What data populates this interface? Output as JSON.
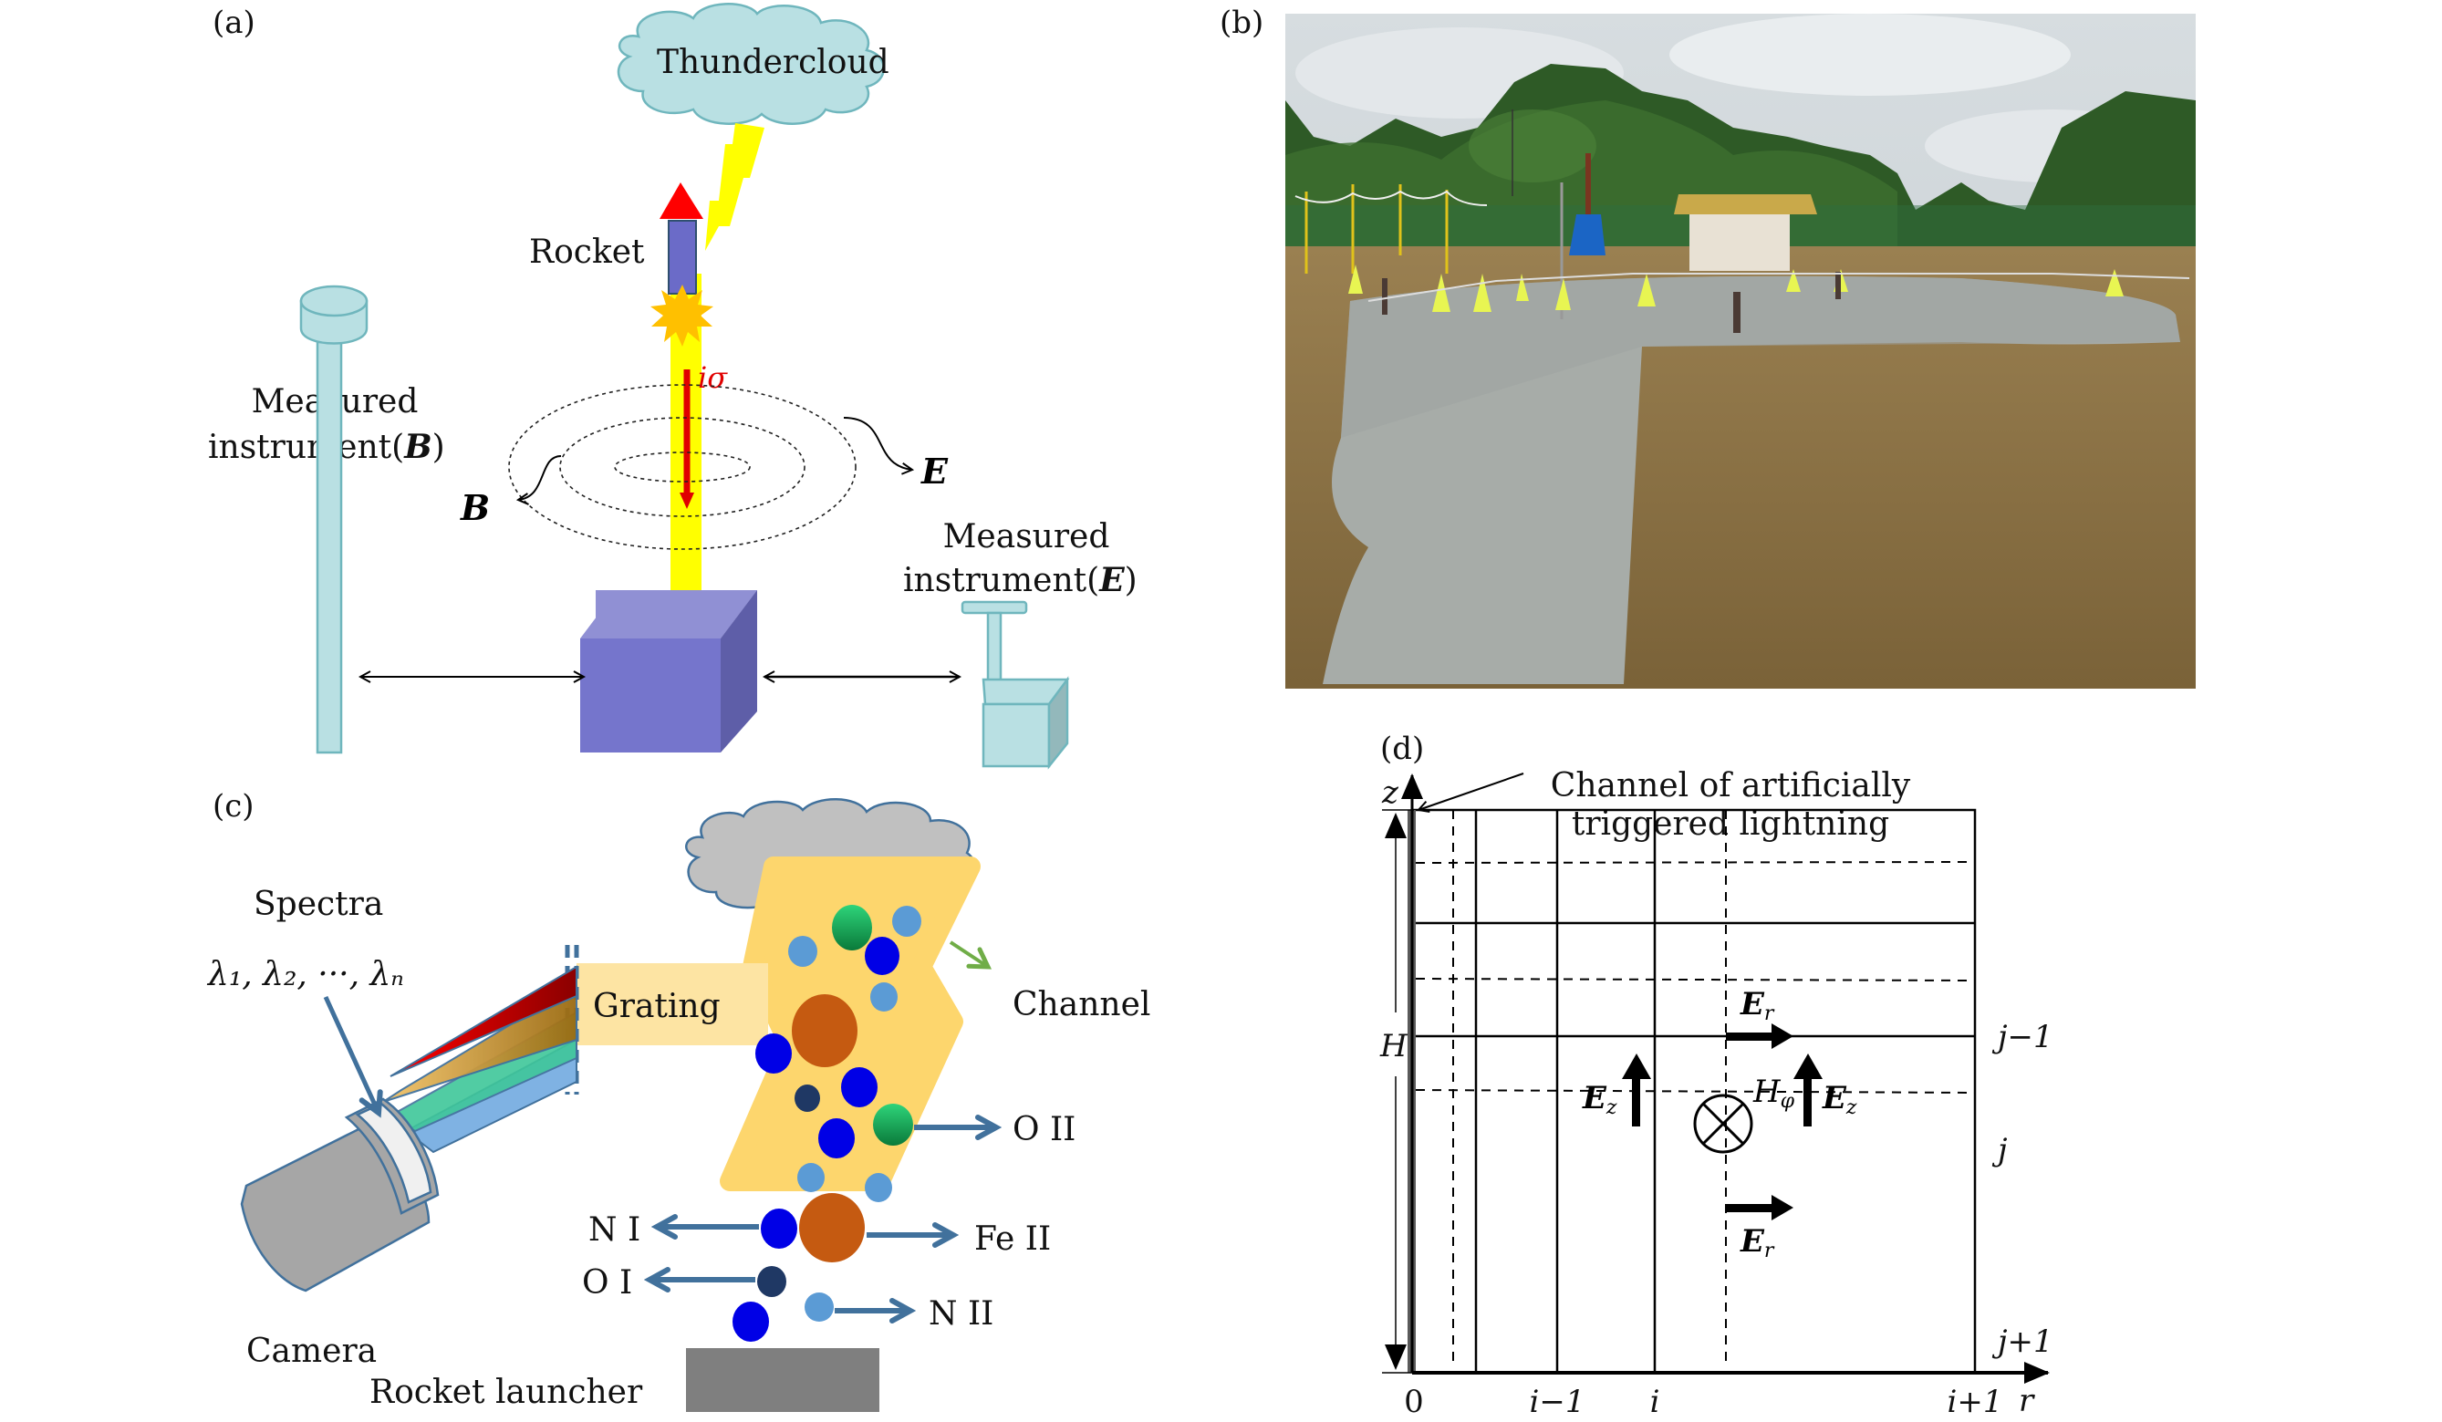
{
  "panels": {
    "a": {
      "tag": "(a)",
      "cloud_label": "Thundercloud",
      "rocket_label": "Rocket",
      "current_label": "iσ",
      "b_label": "B",
      "e_label": "E",
      "instrument_b": {
        "line1": "Measured",
        "line2": "instrument(",
        "field": "B",
        "close": ")"
      },
      "instrument_e": {
        "line1": "Measured",
        "line2": "instrument(",
        "field": "E",
        "close": ")"
      },
      "colors": {
        "cloud": "#b9e0e3",
        "bolt": "#ffff00",
        "rocket_body": "#6b6bc8",
        "rocket_tip": "#ff0000",
        "burst": "#ffc000",
        "box_front": "#7575cc",
        "box_top": "#9090d4",
        "box_side": "#5e5ea8",
        "instrument": "#b9e0e3",
        "current_arrow": "#e00000"
      }
    },
    "b": {
      "tag": "(b)",
      "photo_description": "Field test site photograph: concrete pad with yellow insulator stands, white instrument hut, poles and rope, trees and cloudy sky"
    },
    "c": {
      "tag": "(c)",
      "spectra_label": "Spectra",
      "lambda_label": "λ₁, λ₂, ···, λₙ",
      "grating_label": "Grating",
      "channel_label": "Channel",
      "camera_label": "Camera",
      "launcher_label": "Rocket launcher",
      "species": [
        {
          "label": "O II",
          "side": "right"
        },
        {
          "label": "N I",
          "side": "left"
        },
        {
          "label": "Fe II",
          "side": "right"
        },
        {
          "label": "O I",
          "side": "left"
        },
        {
          "label": "N II",
          "side": "right"
        }
      ],
      "colors": {
        "cloud": "#c0c0c0",
        "channel": "#fdd66d",
        "n_i": "#0000e6",
        "n_ii": "#5b9bd5",
        "o_i": "#1f3864",
        "o_ii": "#1eb86a",
        "fe_ii": "#c55a11",
        "arrow": "#41719c",
        "launcher": "#7f7f7f",
        "camera": "#a6a6a6"
      }
    },
    "d": {
      "tag": "(d)",
      "channel_annotation_line1": "Channel of artificially",
      "channel_annotation_line2": "triggered lightning",
      "z_axis": "z",
      "r_axis": "r",
      "height_label": "H",
      "x_ticks": [
        "0",
        "i−1",
        "i",
        "i+1"
      ],
      "y_ticks": [
        "j−1",
        "j",
        "j+1"
      ],
      "field_labels": {
        "er": "E",
        "er_sub": "r",
        "ez": "E",
        "ez_sub": "z",
        "h": "H",
        "h_sub": "φ"
      }
    }
  }
}
